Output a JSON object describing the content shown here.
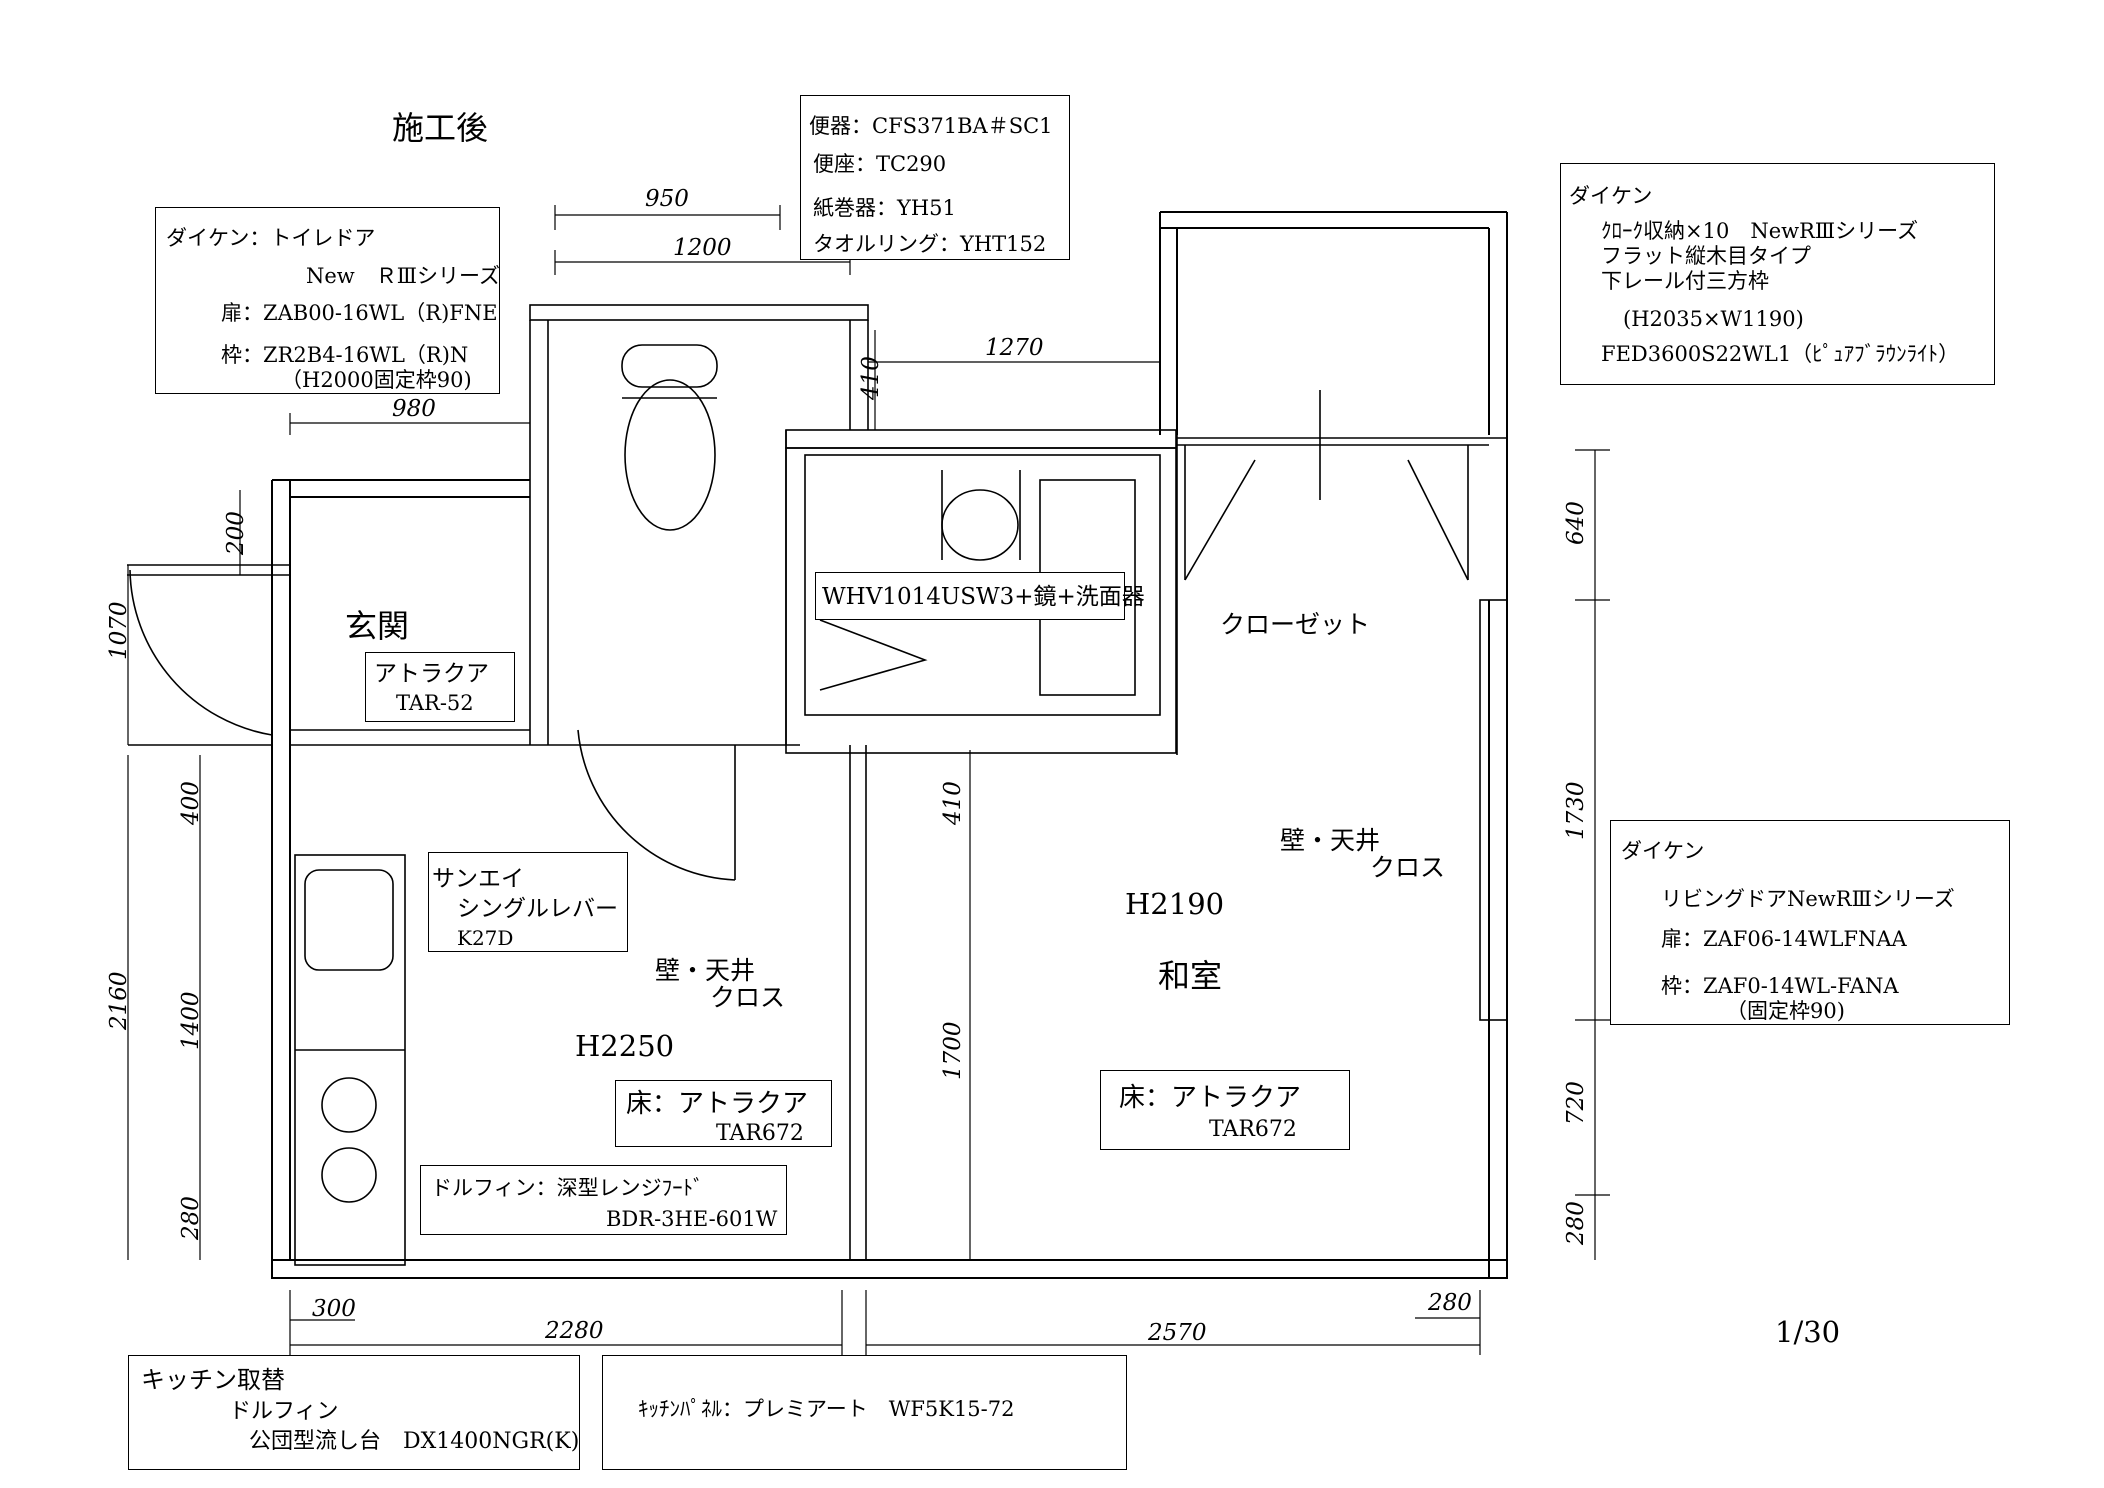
{
  "title": "施工後",
  "scale": "1/30",
  "toilet_door_box": [
    "ダイケン：トイレドア",
    "New　ＲⅢシリーズ",
    "扉：ZAB00-16WL（R)FNE",
    "枠：ZR2B4-16WL（R)N",
    "（H2000固定枠90)"
  ],
  "toilet_fixtures_box": [
    "便器：CFS371BA＃SC1",
    "便座：TC290",
    "紙巻器：YH51",
    "タオルリング：YHT152"
  ],
  "closet_box": [
    "ダイケン",
    "ｸﾛｰｸ収納×10　NewRⅢシリーズ",
    "フラット縦木目タイプ",
    "下レール付三方枠",
    "(H2035×W1190)",
    "FED3600S22WL1（ﾋﾟｭｱﾌﾞﾗｳﾝﾗｲﾄ）"
  ],
  "living_door_box": [
    "ダイケン",
    "リビングドアNewRⅢシリーズ",
    "扉：ZAF06-14WLFNAA",
    "枠：ZAF0-14WL-FANA",
    "（固定枠90)"
  ],
  "entrance_floor_box": [
    "アトラクア",
    "TAR-52"
  ],
  "faucet_box": [
    "サンエイ",
    "シングルレバー",
    "K27D"
  ],
  "kitchen_floor_box": [
    "床：アトラクア",
    "TAR672"
  ],
  "washroom_floor_box": [
    "床：アトラクア",
    "TAR672"
  ],
  "range_hood_box": [
    "ドルフィン：深型レンジﾌｰﾄﾞ",
    "BDR-3HE-601W"
  ],
  "kitchen_replace_box": [
    "キッチン取替",
    "ドルフィン",
    "公団型流し台　DX1400NGR(K)"
  ],
  "kitchen_panel_box": [
    "ｷｯﾁﾝﾊﾟﾈﾙ：プレミアート　WF5K15-72"
  ],
  "vanity_label": "WHV1014USW3+鏡+洗面器",
  "rooms": {
    "entrance": "玄関",
    "closet": "クローゼット",
    "wall_ceiling_1": [
      "壁・天井",
      "クロス"
    ],
    "wall_ceiling_2": [
      "壁・天井",
      "クロス"
    ],
    "h_kitchen": "H2250",
    "h_washitsu": "H2190",
    "washitsu": "和室"
  },
  "dims": {
    "d950": "950",
    "d1200": "1200",
    "d980": "980",
    "d1270": "1270",
    "d410a": "410",
    "d200": "200",
    "d1070": "1070",
    "d400": "400",
    "d2160": "2160",
    "d1400": "1400",
    "d280a": "280",
    "d410b": "410",
    "d1700": "1700",
    "d640": "640",
    "d1730": "1730",
    "d720": "720",
    "d280b": "280",
    "d300": "300",
    "d2280": "2280",
    "d2570": "2570",
    "d280c": "280"
  }
}
